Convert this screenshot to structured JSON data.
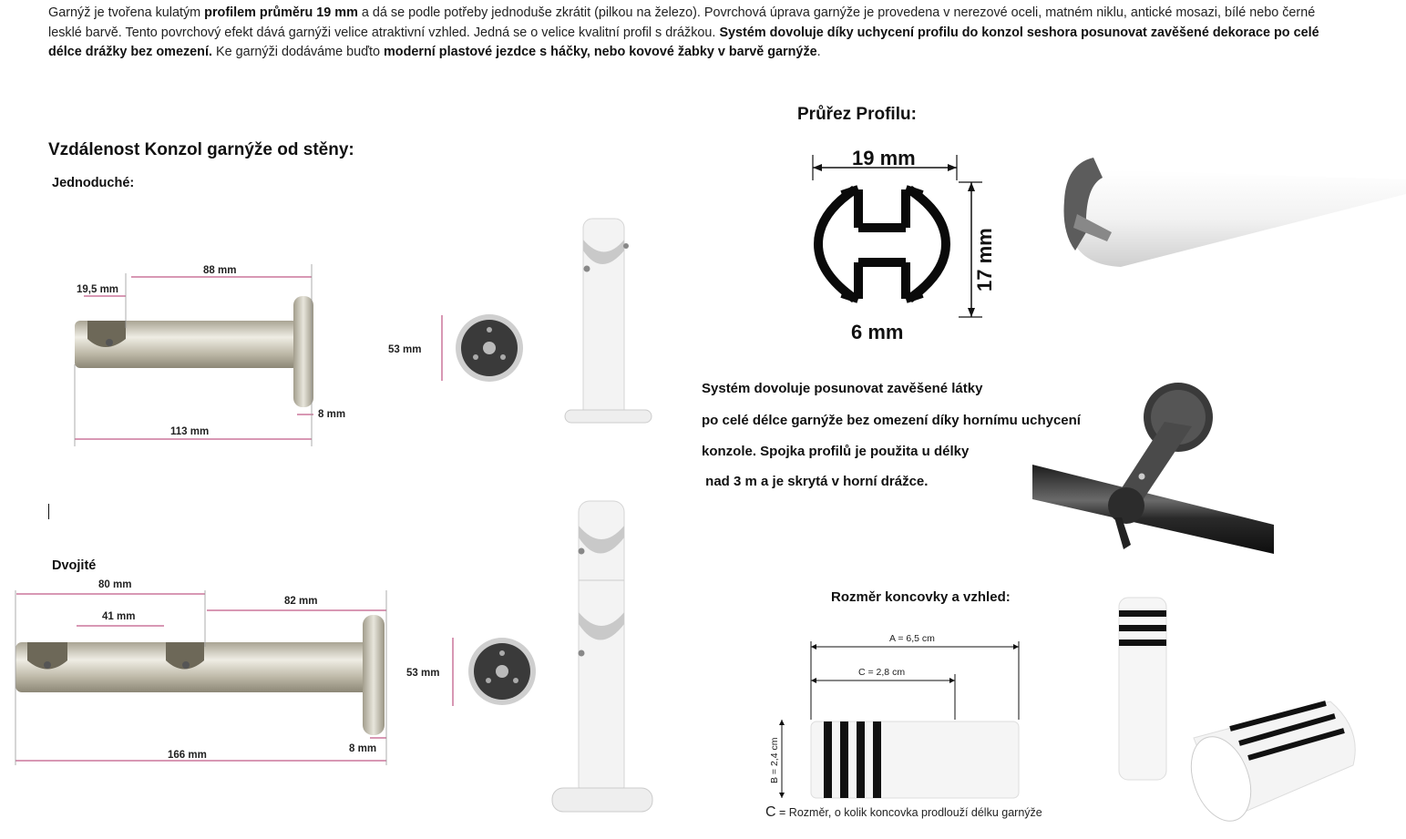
{
  "intro": {
    "p1": "Garnýž je tvořena kulatým ",
    "b1": "profilem průměru 19 mm",
    "p2": " a dá se podle potřeby jednoduše zkrátit (pilkou na železo). Povrchová úprava garnýže je provedena v nerezové oceli, matném niklu, antické mosazi, bílé nebo černé lesklé barvě. Tento povrchový efekt dává garnýži velice atraktivní vzhled. Jedná se o velice kvalitní profil s drážkou. ",
    "b2": "Systém dovoluje díky uchycení profilu do konzol seshora posunovat zavěšené dekorace po celé délce drážky bez omezení.",
    "p3": " Ke garnýži dodáváme buďto ",
    "b3": "moderní plastové jezdce s háčky, nebo kovové žabky v barvě garnýže",
    "p4": "."
  },
  "section_distance": {
    "title": "Vzdálenost Konzol garnýže od stěny:",
    "single_label": "Jednoduché:",
    "double_label": "Dvojité",
    "single_dims": {
      "d1": "19,5 mm",
      "d2": "88 mm",
      "d3": "113 mm",
      "d4": "8 mm",
      "d5": "53 mm"
    },
    "double_dims": {
      "d1": "80 mm",
      "d2": "41 mm",
      "d3": "82 mm",
      "d4": "166 mm",
      "d5": "8 mm",
      "d6": "53 mm"
    }
  },
  "section_profile": {
    "title": "Průřez Profilu:",
    "width": "19 mm",
    "height": "17 mm",
    "gap": "6 mm"
  },
  "description": {
    "line1": "Systém dovoluje posunovat zavěšené látky",
    "line2": "po celé délce garnýže bez omezení díky hornímu uchycení",
    "line3": "konzole. Spojka profilů je použita u délky",
    "line4": " nad 3 m a je skrytá v horní drážce."
  },
  "section_endcap": {
    "title": "Rozměr koncovky a vzhled:",
    "a": "A = 6,5 cm",
    "c": "C = 2,8 cm",
    "b": "B = 2,4 cm",
    "note_c": "C",
    "note_text": " = Rozměr, o kolik koncovka prodlouží délku garnýže"
  }
}
